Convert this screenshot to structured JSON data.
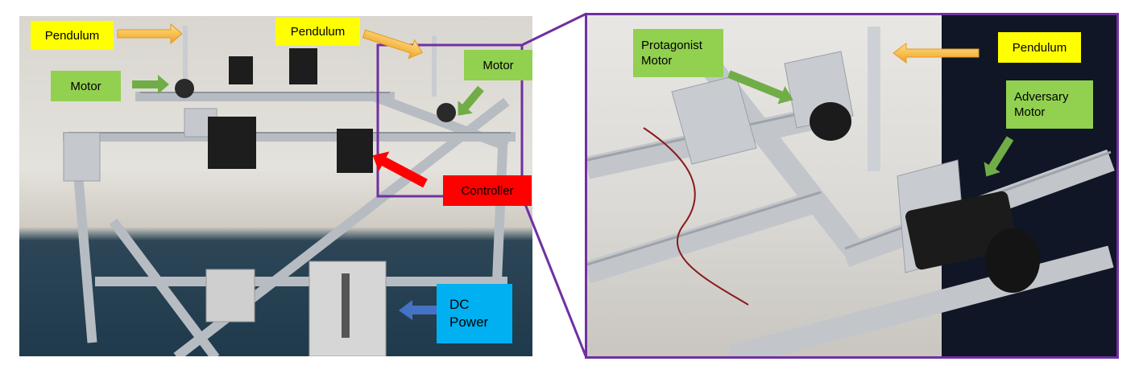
{
  "left_panel": {
    "labels": {
      "pendulum_1": "Pendulum",
      "pendulum_2": "Pendulum",
      "motor_1": "Motor",
      "motor_2": "Motor",
      "controller": "Controller",
      "dc_power": "DC\nPower"
    }
  },
  "right_panel": {
    "labels": {
      "protagonist_motor": "Protagonist\nMotor",
      "pendulum": "Pendulum",
      "adversary_motor": "Adversary\nMotor"
    }
  },
  "colors": {
    "frame_accent": "#7030a0",
    "yellow_label": "#ffff00",
    "green_label": "#92d050",
    "red_label": "#ff0000",
    "blue_label": "#00b0f0",
    "yellow_arrow": "#f5b335",
    "green_arrow": "#70ad47",
    "red_arrow": "#ff0000",
    "blue_arrow": "#4472c4"
  }
}
